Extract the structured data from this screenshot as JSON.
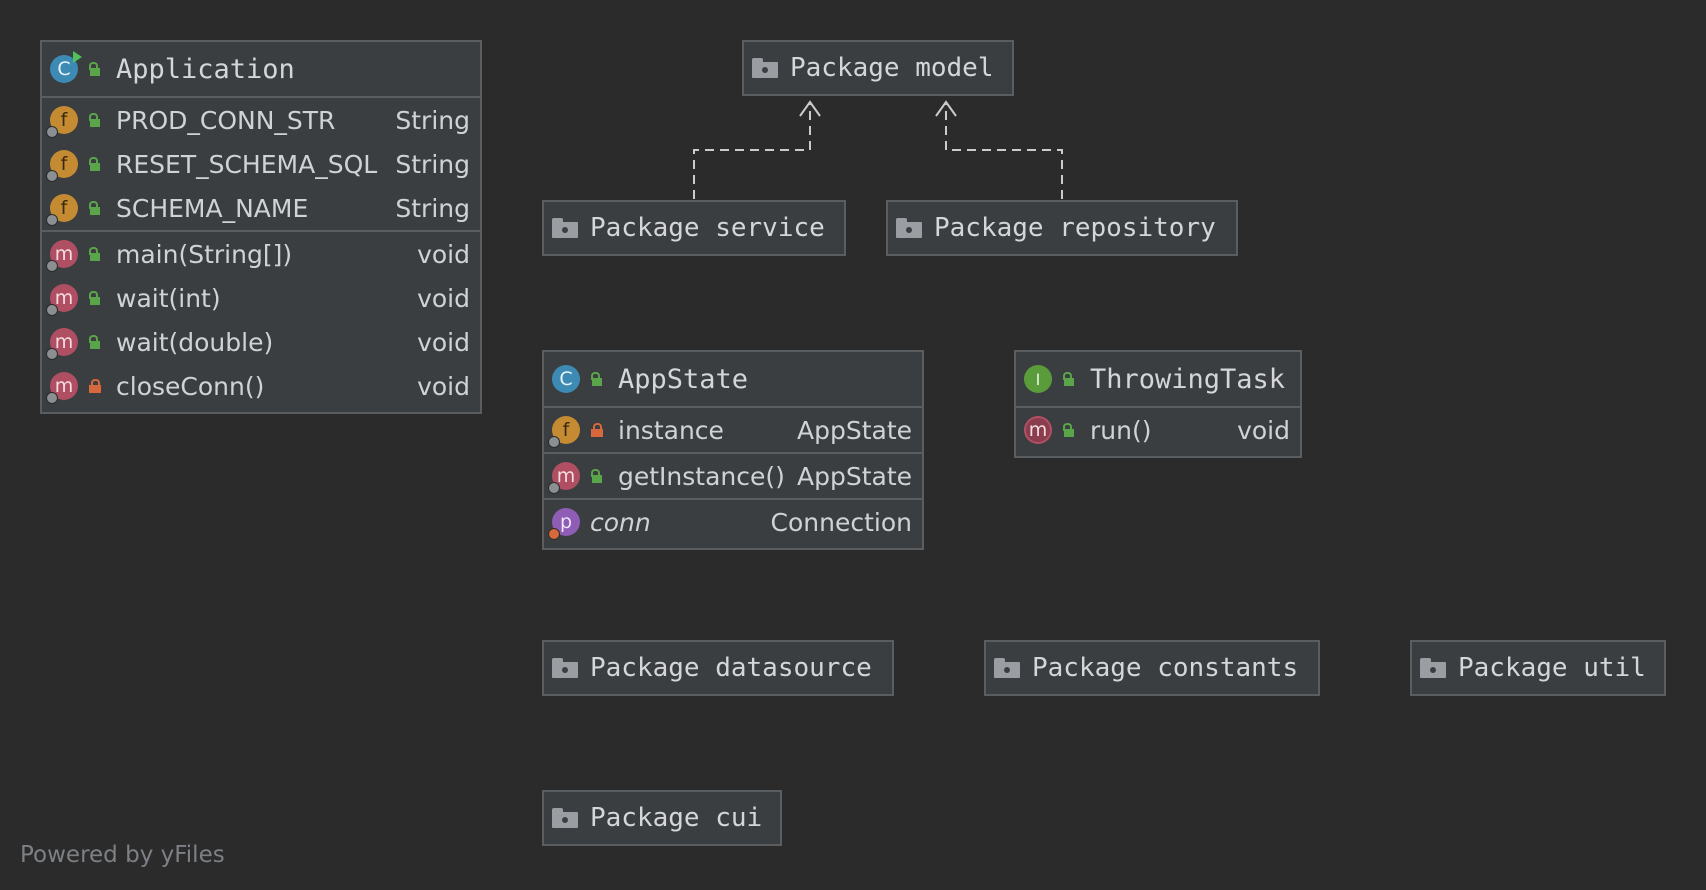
{
  "footer": "Powered by yFiles",
  "classes": {
    "application": {
      "title": "Application",
      "fields": [
        {
          "name": "PROD_CONN_STR",
          "type": "String"
        },
        {
          "name": "RESET_SCHEMA_SQL",
          "type": "String"
        },
        {
          "name": "SCHEMA_NAME",
          "type": "String"
        }
      ],
      "methods": [
        {
          "name": "main(String[])",
          "type": "void"
        },
        {
          "name": "wait(int)",
          "type": "void"
        },
        {
          "name": "wait(double)",
          "type": "void"
        },
        {
          "name": "closeConn()",
          "type": "void"
        }
      ]
    },
    "appstate": {
      "title": "AppState",
      "field": {
        "name": "instance",
        "type": "AppState"
      },
      "method": {
        "name": "getInstance()",
        "type": "AppState"
      },
      "property": {
        "name": "conn",
        "type": "Connection"
      }
    },
    "throwingtask": {
      "title": "ThrowingTask",
      "method": {
        "name": "run()",
        "type": "void"
      }
    }
  },
  "packages": {
    "model": "Package model",
    "service": "Package service",
    "repository": "Package repository",
    "datasource": "Package datasource",
    "constants": "Package constants",
    "util": "Package util",
    "cui": "Package cui"
  },
  "icon_letters": {
    "class": "C",
    "field": "f",
    "method": "m",
    "property": "p",
    "interface": "I"
  },
  "colors": {
    "background": "#2b2b2b",
    "node": "#3b3e40",
    "border": "#5b5e61",
    "edge": "#c9cbcd"
  }
}
